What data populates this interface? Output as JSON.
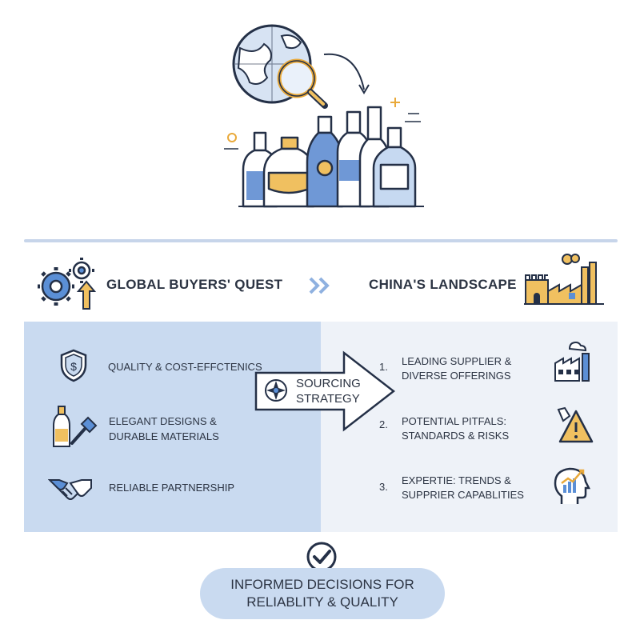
{
  "header": {
    "left_title": "GLOBAL BUYERS' QUEST",
    "right_title": "CHINA'S LANDSCAPE"
  },
  "center": {
    "strategy_line1": "SOURCING",
    "strategy_line2": "STRATEGY"
  },
  "buyers": [
    {
      "icon": "dollar-shield-icon",
      "label": "QUALITY & COST-EFFCTENICS"
    },
    {
      "icon": "bottle-hammer-icon",
      "label_line1": "ELEGANT DESIGNS &",
      "label_line2": "DURABLE MATERIALS"
    },
    {
      "icon": "handshake-icon",
      "label": "RELIABLE PARTNERSHIP"
    }
  ],
  "landscape": [
    {
      "num": "1.",
      "label_line1": "LEADING SUPPLIER &",
      "label_line2": "DIVERSE OFFERINGS",
      "icon": "factory-icon"
    },
    {
      "num": "2.",
      "label_line1": "POTENTIAL PITFALS:",
      "label_line2": "STANDARDS & RISKS",
      "icon": "warning-icon"
    },
    {
      "num": "3.",
      "label_line1": "EXPERTIE: TRENDS &",
      "label_line2": "SUPPRIER CAPABLITIES",
      "icon": "head-chart-icon"
    }
  ],
  "outcome": {
    "line1": "INFORMED DECISIONS FOR",
    "line2": "RELIABLITY & QUALITY"
  },
  "colors": {
    "blue": "#5b8fd6",
    "gold": "#f0c060",
    "navy": "#243047",
    "panel_left": "#c9daf0",
    "panel_right": "#eef2f8"
  }
}
